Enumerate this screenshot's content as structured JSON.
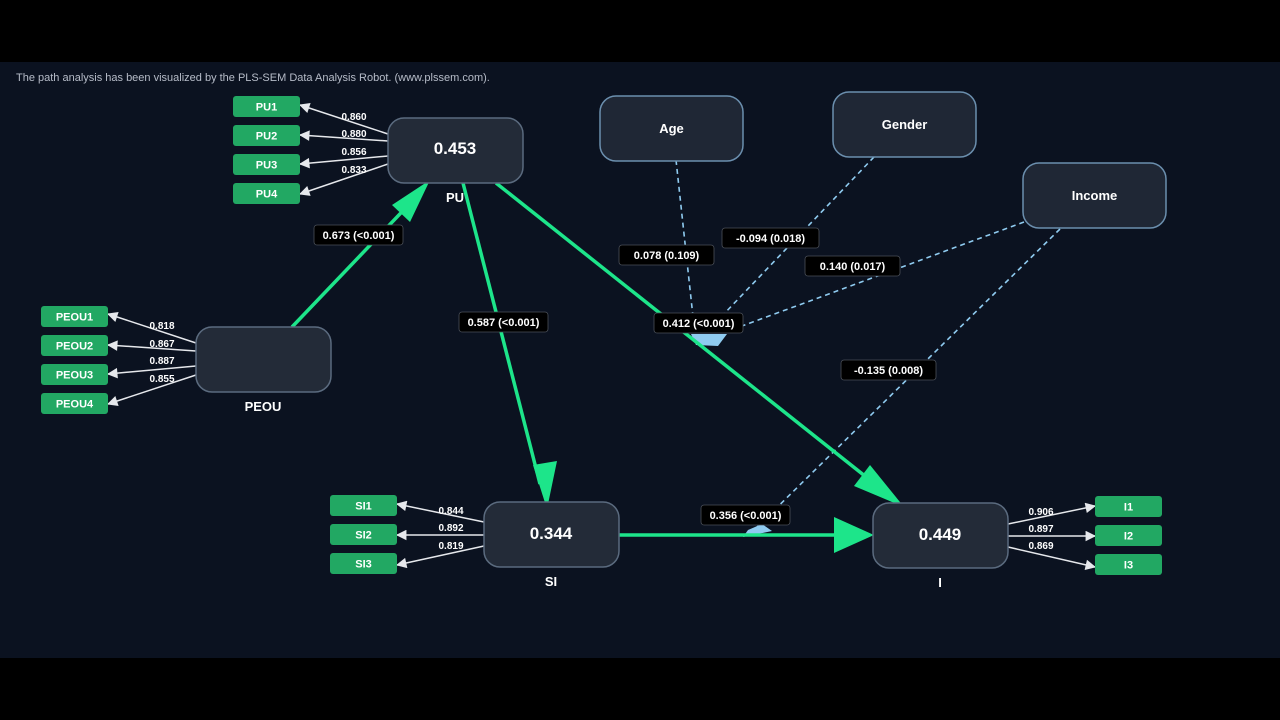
{
  "caption": "The path analysis has been visualized by the PLS-SEM Data Analysis Robot. (www.plssem.com).",
  "colors": {
    "path": "#1de58a",
    "control": "#8fcbf0",
    "loading": "#e6e8ec",
    "indicator": "#22a863"
  },
  "constructs": {
    "PU": {
      "name": "PU",
      "r2": "0.453"
    },
    "PEOU": {
      "name": "PEOU",
      "r2": ""
    },
    "SI": {
      "name": "SI",
      "r2": "0.344"
    },
    "I": {
      "name": "I",
      "r2": "0.449"
    }
  },
  "controls": {
    "age": "Age",
    "gender": "Gender",
    "income": "Income"
  },
  "indicators": {
    "PU": [
      {
        "name": "PU1",
        "loading": "0.860"
      },
      {
        "name": "PU2",
        "loading": "0.880"
      },
      {
        "name": "PU3",
        "loading": "0.856"
      },
      {
        "name": "PU4",
        "loading": "0.833"
      }
    ],
    "PEOU": [
      {
        "name": "PEOU1",
        "loading": "0.818"
      },
      {
        "name": "PEOU2",
        "loading": "0.867"
      },
      {
        "name": "PEOU3",
        "loading": "0.887"
      },
      {
        "name": "PEOU4",
        "loading": "0.855"
      }
    ],
    "SI": [
      {
        "name": "SI1",
        "loading": "0.844"
      },
      {
        "name": "SI2",
        "loading": "0.892"
      },
      {
        "name": "SI3",
        "loading": "0.819"
      }
    ],
    "I": [
      {
        "name": "I1",
        "loading": "0.906"
      },
      {
        "name": "I2",
        "loading": "0.897"
      },
      {
        "name": "I3",
        "loading": "0.869"
      }
    ]
  },
  "paths": {
    "peou_pu": "0.673 (<0.001)",
    "pu_si": "0.587 (<0.001)",
    "pu_i": "0.412 (<0.001)",
    "si_i": "0.356 (<0.001)",
    "age": "0.078 (0.109)",
    "gender": "-0.094 (0.018)",
    "income_pu_i": "0.140 (0.017)",
    "income_si_i": "-0.135 (0.008)"
  }
}
